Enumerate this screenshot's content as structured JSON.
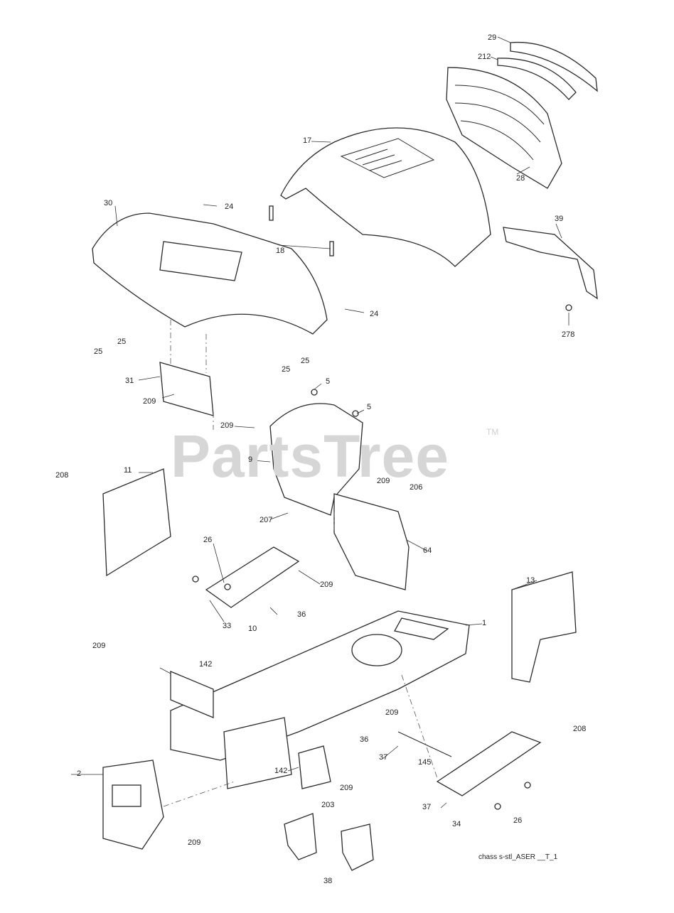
{
  "watermark": {
    "text": "PartsTree",
    "mark": "TM"
  },
  "caption": "chass s-stl_ASER __T_1",
  "labels": [
    "29",
    "212",
    "17",
    "28",
    "30",
    "24",
    "18",
    "39",
    "25",
    "25",
    "24",
    "278",
    "25",
    "25",
    "31",
    "209",
    "5",
    "5",
    "209",
    "9",
    "11",
    "208",
    "209",
    "206",
    "207",
    "64",
    "26",
    "209",
    "36",
    "33",
    "10",
    "13",
    "1",
    "209",
    "142",
    "209",
    "36",
    "208",
    "37",
    "145",
    "2",
    "142",
    "209",
    "37",
    "34",
    "26",
    "209",
    "203",
    "38"
  ]
}
